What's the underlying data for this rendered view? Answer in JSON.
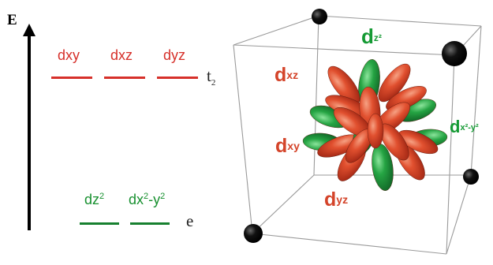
{
  "axis": {
    "label": "E"
  },
  "t2": {
    "set_label": "t",
    "set_sub": "2",
    "orbitals": [
      {
        "label": "dxy"
      },
      {
        "label": "dxz"
      },
      {
        "label": "dyz"
      }
    ]
  },
  "e": {
    "set_label": "e",
    "orbitals": [
      {
        "label_main": "dz",
        "label_sup": "2",
        "label_tail": ""
      },
      {
        "label_main": "dx",
        "label_sup": "2",
        "label_tail": "-y",
        "label_tail_sup": "2"
      }
    ]
  },
  "diagram_labels": {
    "dz2": {
      "main": "d",
      "sub": "z²"
    },
    "dxz": {
      "main": "d",
      "sub": "xz"
    },
    "dxy": {
      "main": "d",
      "sub": "xy"
    },
    "dyz": {
      "main": "d",
      "sub": "yz"
    },
    "dx2y2": {
      "main": "d",
      "sub": "x²-y²"
    }
  },
  "colors": {
    "t2": "#d6302a",
    "e": "#17802f",
    "lobe_red": "#d9442b",
    "lobe_green": "#1f9a3a",
    "ligand": "#000000"
  }
}
